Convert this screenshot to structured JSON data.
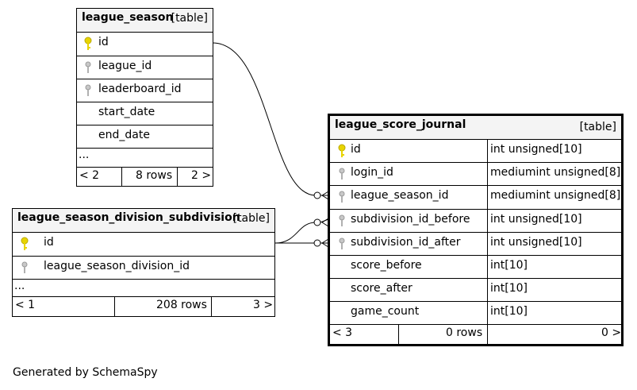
{
  "tables": {
    "league_season": {
      "name": "league_season",
      "kind": "[table]",
      "columns": [
        "id",
        "league_id",
        "leaderboard_id",
        "start_date",
        "end_date"
      ],
      "more": "...",
      "footer": {
        "prev": "< 2",
        "rows": "8 rows",
        "next": "2 >"
      }
    },
    "subdivision": {
      "name": "league_season_division_subdivision",
      "kind": "[table]",
      "columns": [
        "id",
        "league_season_division_id"
      ],
      "more": "...",
      "footer": {
        "prev": "< 1",
        "rows": "208 rows",
        "next": "3 >"
      }
    },
    "journal": {
      "name": "league_score_journal",
      "kind": "[table]",
      "columns": [
        "id",
        "login_id",
        "league_season_id",
        "subdivision_id_before",
        "subdivision_id_after",
        "score_before",
        "score_after",
        "game_count"
      ],
      "types": [
        "int unsigned[10]",
        "mediumint unsigned[8]",
        "mediumint unsigned[8]",
        "int unsigned[10]",
        "int unsigned[10]",
        "int[10]",
        "int[10]",
        "int[10]"
      ],
      "footer": {
        "prev": "< 3",
        "rows": "0 rows",
        "next": "0 >"
      }
    }
  },
  "generated_by": "Generated by SchemaSpy",
  "colors": {
    "primary_key": "#e8d400",
    "foreign_key": "#b0b0b0",
    "header_bg": "#f4f4f4"
  }
}
